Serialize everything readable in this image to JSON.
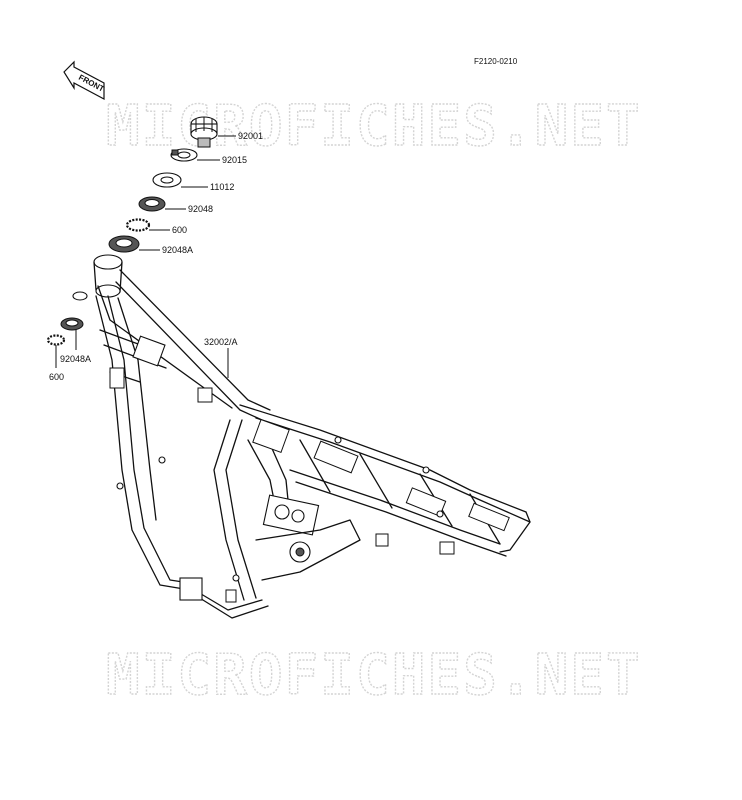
{
  "diagram": {
    "reference_code": "F2120-0210",
    "front_label": "FRONT",
    "watermark_text": "MICROFICHES.NET",
    "parts": [
      {
        "number": "92001"
      },
      {
        "number": "92015"
      },
      {
        "number": "11012"
      },
      {
        "number": "92048"
      },
      {
        "number": "600"
      },
      {
        "number": "92048A"
      },
      {
        "number": "32002/A"
      },
      {
        "number": "92048A"
      },
      {
        "number": "600"
      }
    ]
  }
}
